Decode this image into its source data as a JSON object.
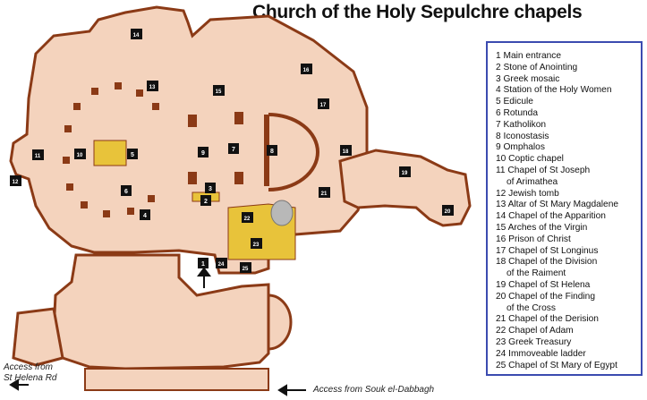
{
  "title": "Church of the Holy Sepulchre chapels",
  "legend": [
    {
      "num": "1",
      "name": "Main entrance"
    },
    {
      "num": "2",
      "name": "Stone of Anointing"
    },
    {
      "num": "3",
      "name": "Greek mosaic"
    },
    {
      "num": "4",
      "name": "Station of the Holy Women"
    },
    {
      "num": "5",
      "name": "Edicule"
    },
    {
      "num": "6",
      "name": "Rotunda"
    },
    {
      "num": "7",
      "name": "Katholikon"
    },
    {
      "num": "8",
      "name": "Iconostasis"
    },
    {
      "num": "9",
      "name": "Omphalos"
    },
    {
      "num": "10",
      "name": "Coptic chapel"
    },
    {
      "num": "11",
      "name": "Chapel of St Joseph",
      "cont": "of Arimathea"
    },
    {
      "num": "12",
      "name": "Jewish tomb"
    },
    {
      "num": "13",
      "name": "Altar of St Mary Magdalene"
    },
    {
      "num": "14",
      "name": "Chapel of the Apparition"
    },
    {
      "num": "15",
      "name": "Arches of the Virgin"
    },
    {
      "num": "16",
      "name": "Prison of Christ"
    },
    {
      "num": "17",
      "name": "Chapel of St Longinus"
    },
    {
      "num": "18",
      "name": "Chapel of the Division",
      "cont": "of the Raiment"
    },
    {
      "num": "19",
      "name": "Chapel of St Helena"
    },
    {
      "num": "20",
      "name": "Chapel of the Finding",
      "cont": "of the Cross"
    },
    {
      "num": "21",
      "name": "Chapel of the Derision"
    },
    {
      "num": "22",
      "name": "Chapel of Adam"
    },
    {
      "num": "23",
      "name": "Greek Treasury"
    },
    {
      "num": "24",
      "name": "Immoveable ladder"
    },
    {
      "num": "25",
      "name": "Chapel of St Mary of Egypt"
    }
  ],
  "access": {
    "helena_line1": "Access from",
    "helena_line2": "St Helena Rd",
    "souk": "Access from Souk el-Dabbagh"
  },
  "colors": {
    "floor": "#f4d3bd",
    "wall": "#8b3a16",
    "highlight": "#e8c33a",
    "marker_bg": "#111111",
    "marker_text": "#ffffff",
    "legend_border": "#3b4bb0"
  },
  "markers": [
    "1",
    "2",
    "3",
    "4",
    "5",
    "6",
    "7",
    "8",
    "9",
    "10",
    "11",
    "12",
    "13",
    "14",
    "15",
    "16",
    "17",
    "18",
    "19",
    "20",
    "21",
    "22",
    "23",
    "24",
    "25"
  ]
}
